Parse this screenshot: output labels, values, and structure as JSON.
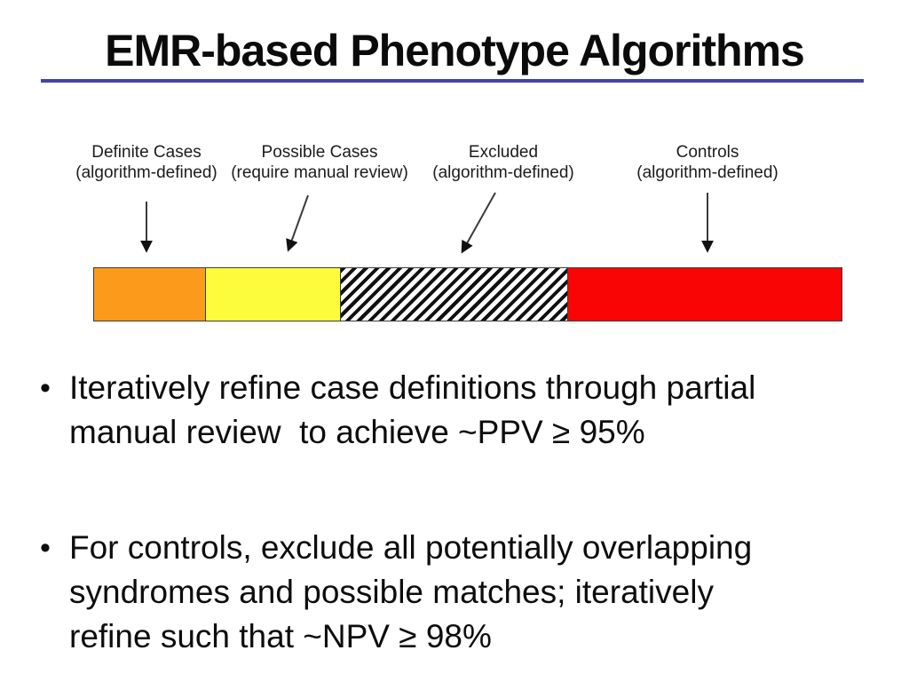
{
  "slide": {
    "title": "EMR-based Phenotype Algorithms",
    "underline_color": "#4444A4",
    "background": "#FFFFFF"
  },
  "diagram": {
    "labels": [
      {
        "line1": "Definite Cases",
        "line2": "(algorithm-defined)"
      },
      {
        "line1": "Possible Cases",
        "line2": "(require manual review)"
      },
      {
        "line1": "Excluded",
        "line2": "(algorithm-defined)"
      },
      {
        "line1": "Controls",
        "line2": "(algorithm-defined)"
      }
    ],
    "segments": [
      {
        "name": "definite-cases",
        "fill": "#FC9A1C",
        "pattern": "solid"
      },
      {
        "name": "possible-cases",
        "fill": "#FCFC3C",
        "pattern": "solid"
      },
      {
        "name": "excluded",
        "fill": "#FFFFFF",
        "pattern": "diagonal-stripes-black"
      },
      {
        "name": "controls",
        "fill": "#FA0505",
        "pattern": "solid"
      }
    ],
    "arrow_color": "#3a3a3a"
  },
  "bullets": {
    "marker": "•",
    "items": [
      {
        "text": "Iteratively refine case definitions through partial\nmanual review  to achieve ~PPV ≥ 95%"
      },
      {
        "text": "For controls, exclude all potentially overlapping\nsyndromes and possible matches; iteratively\nrefine such that ~NPV ≥ 98%"
      }
    ]
  }
}
